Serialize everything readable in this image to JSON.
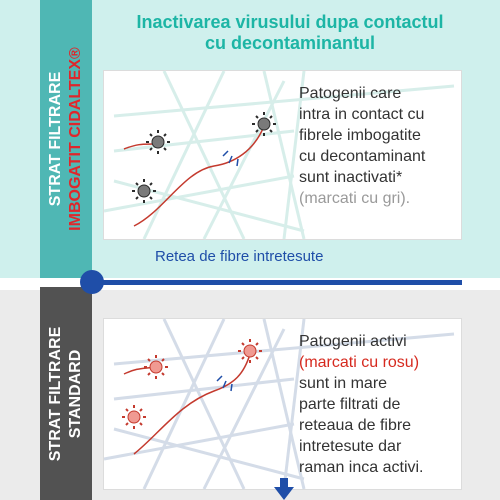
{
  "top_section": {
    "side_label_line1": "STRAT FILTRARE",
    "side_label_line2": "IMBOGATIT CIDALTEX®",
    "side_label_line2_color": "#e0262b",
    "title_line1": "Inactivarea virusului dupa contactul",
    "title_line2": "cu decontaminantul",
    "description_lines": [
      "Patogenii care",
      "intra in contact cu",
      "fibrele imbogatite",
      "cu decontaminant",
      "sunt inactivati*"
    ],
    "description_note": "(marcati cu gri).",
    "network_label": "Retea de fibre intretesute"
  },
  "bottom_section": {
    "side_label_line1": "STRAT FILTRARE",
    "side_label_line2": "STANDARD",
    "side_label_line2_color": "#ffffff",
    "description_line1": "Patogenii activi",
    "description_highlight": "(marcati cu rosu)",
    "description_lines": [
      "sunt in mare",
      "parte filtrati de",
      "reteaua de fibre",
      "intretesute dar",
      "raman inca activi."
    ]
  },
  "colors": {
    "accent_teal": "#1db5a5",
    "accent_blue": "#1f4ea8",
    "pathogen_active": "#e05a4e",
    "pathogen_inactive": "#7a7a7a"
  }
}
